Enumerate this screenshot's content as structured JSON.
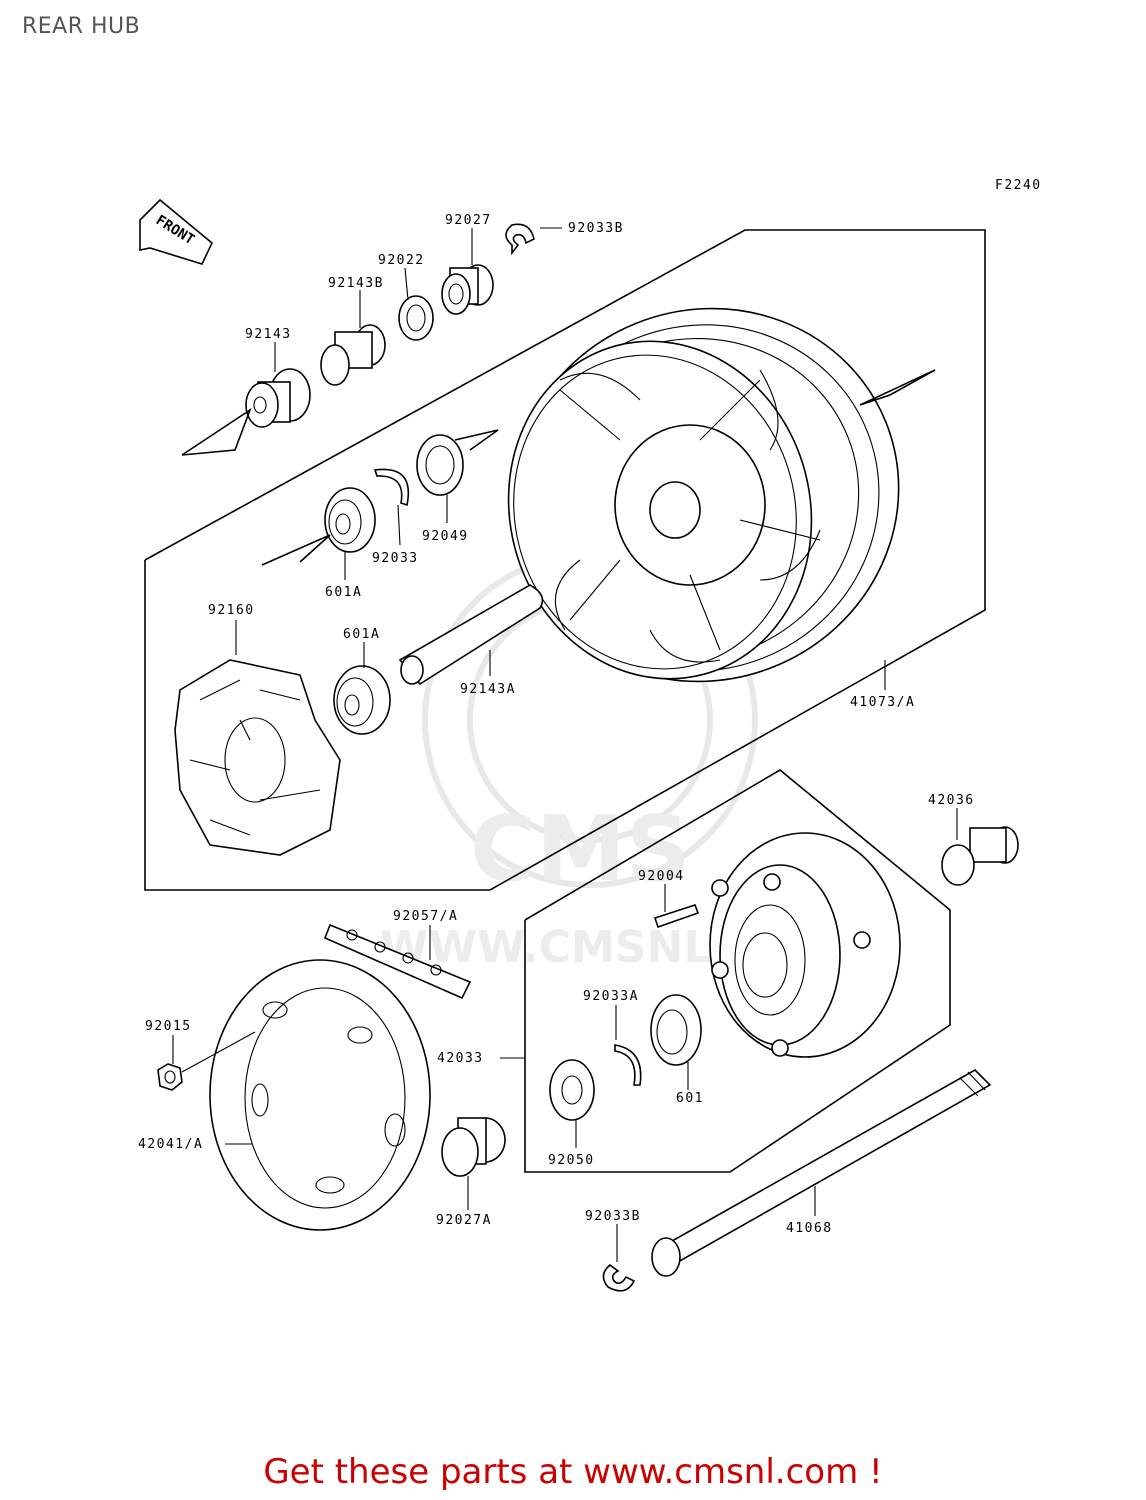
{
  "page": {
    "title": "REAR HUB"
  },
  "diagram": {
    "figure_code": "F2240",
    "front_arrow": "FRONT",
    "watermark": {
      "logo_text": "CMS",
      "url_text": "WWW.CMSNL.COM"
    },
    "part_labels": [
      "92027",
      "92033B",
      "92022",
      "92143B",
      "92143",
      "92049",
      "92033",
      "601A",
      "92160",
      "601A",
      "92143A",
      "41073/A",
      "42036",
      "92004",
      "92057/A",
      "92033A",
      "42033",
      "92015",
      "601",
      "42041/A",
      "92050",
      "92027A",
      "92033B",
      "41068"
    ]
  },
  "promo": {
    "text": "Get these parts at www.cmsnl.com !"
  }
}
